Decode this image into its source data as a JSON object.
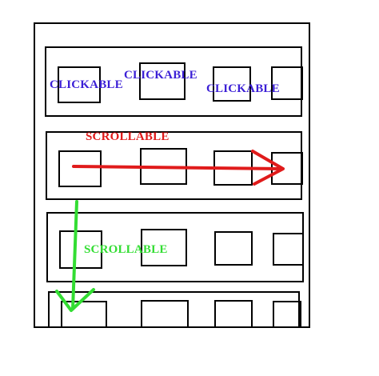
{
  "labels": {
    "clickable_1": "CLICKABLE",
    "clickable_2": "CLICKABLE",
    "clickable_3": "CLICKABLE",
    "scrollable_horizontal": "SCROLLABLE",
    "scrollable_vertical": "SCROLLABLE"
  },
  "colors": {
    "clickable": "#3b1fd6",
    "horizontal_scroll_arrow": "#e01b1b",
    "vertical_scroll_arrow": "#33dd33",
    "outline": "#000000"
  },
  "arrows": {
    "horizontal": "arrow-right-icon",
    "vertical": "arrow-down-icon"
  }
}
